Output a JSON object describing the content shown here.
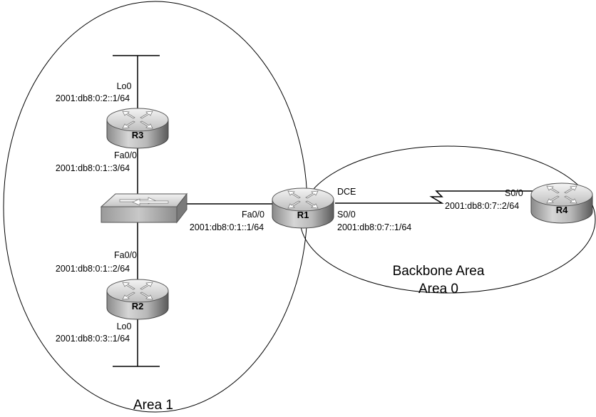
{
  "areas": {
    "area1_label": "Area 1",
    "backbone_line1": "Backbone Area",
    "backbone_line2": "Area 0"
  },
  "routers": {
    "r1": {
      "name": "R1",
      "fa00_label": "Fa0/0",
      "fa00_ip": "2001:db8:0:1::1/64",
      "s00_label": "S0/0",
      "s00_ip": "2001:db8:0:7::1/64",
      "dce": "DCE"
    },
    "r2": {
      "name": "R2",
      "fa00_label": "Fa0/0",
      "fa00_ip": "2001:db8:0:1::2/64",
      "lo0_label": "Lo0",
      "lo0_ip": "2001:db8:0:3::1/64"
    },
    "r3": {
      "name": "R3",
      "fa00_label": "Fa0/0",
      "fa00_ip": "2001:db8:0:1::3/64",
      "lo0_label": "Lo0",
      "lo0_ip": "2001:db8:0:2::1/64"
    },
    "r4": {
      "name": "R4",
      "s00_label": "S0/0",
      "s00_ip": "2001:db8:0:7::2/64"
    }
  },
  "colors": {
    "line": "#000000",
    "device_light": "#e8e8e8",
    "device_dark": "#6a6a6a"
  }
}
